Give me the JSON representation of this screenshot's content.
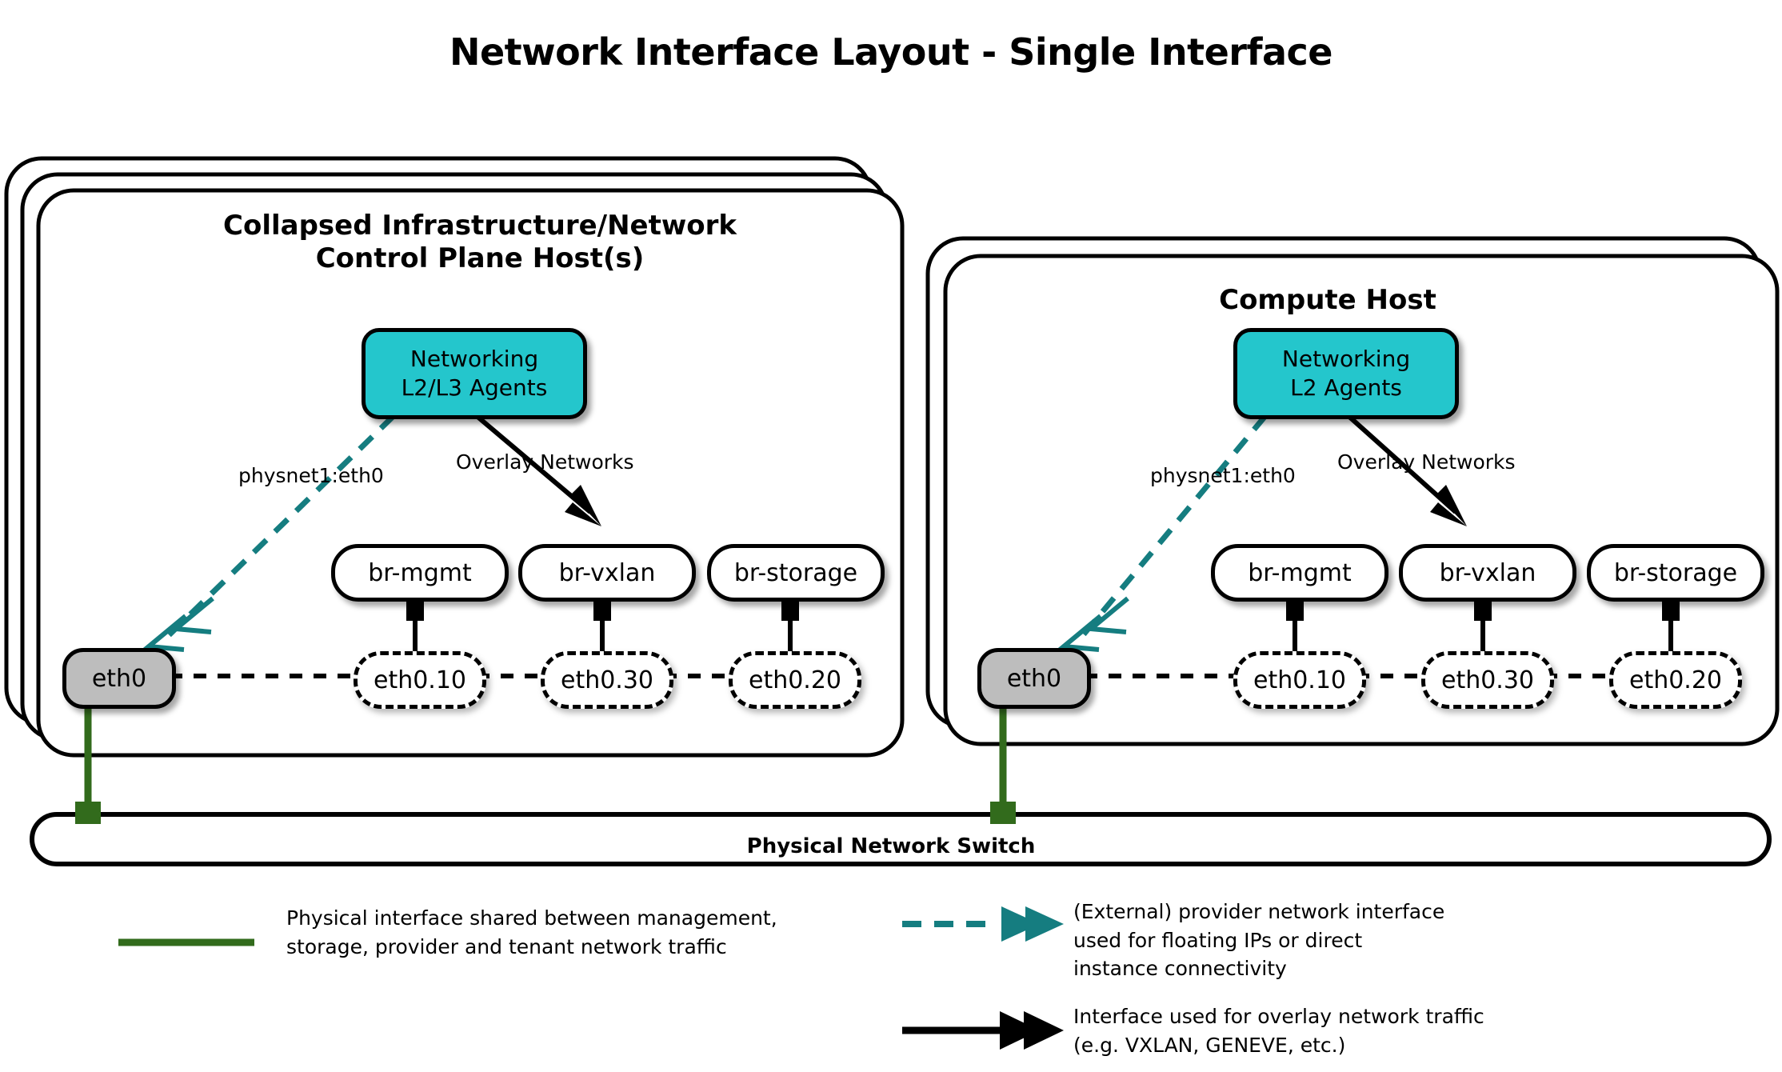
{
  "title": "Network Interface Layout - Single Interface",
  "hosts": [
    {
      "id": "control",
      "title_line1": "Collapsed Infrastructure/Network",
      "title_line2": "Control Plane Host(s)",
      "stack_layers": 3,
      "agent": {
        "line1": "Networking",
        "line2": "L2/L3 Agents"
      },
      "provider_label": "physnet1:eth0",
      "overlay_label": "Overlay Networks",
      "nic": "eth0",
      "bridges": [
        {
          "bridge": "br-mgmt",
          "vlan": "eth0.10"
        },
        {
          "bridge": "br-vxlan",
          "vlan": "eth0.30"
        },
        {
          "bridge": "br-storage",
          "vlan": "eth0.20"
        }
      ]
    },
    {
      "id": "compute",
      "title_line1": "Compute Host",
      "title_line2": "",
      "stack_layers": 2,
      "agent": {
        "line1": "Networking",
        "line2": "L2 Agents"
      },
      "provider_label": "physnet1:eth0",
      "overlay_label": "Overlay Networks",
      "nic": "eth0",
      "bridges": [
        {
          "bridge": "br-mgmt",
          "vlan": "eth0.10"
        },
        {
          "bridge": "br-vxlan",
          "vlan": "eth0.30"
        },
        {
          "bridge": "br-storage",
          "vlan": "eth0.20"
        }
      ]
    }
  ],
  "switch": {
    "label": "Physical Network Switch"
  },
  "legend": {
    "physical": {
      "line1": "Physical interface shared between management,",
      "line2": "storage, provider and tenant network traffic"
    },
    "provider": {
      "line1": "(External) provider network interface",
      "line2": "used for floating IPs or direct",
      "line3": "instance connectivity"
    },
    "overlay": {
      "line1": "Interface used for overlay network traffic",
      "line2": "(e.g. VXLAN, GENEVE, etc.)"
    }
  },
  "colors": {
    "agent_fill": "#24c6cc",
    "nic_fill": "#bdbdbd",
    "provider_line": "#157d80",
    "physical_line": "#326b1c",
    "stroke": "#000000",
    "background": "#ffffff"
  }
}
